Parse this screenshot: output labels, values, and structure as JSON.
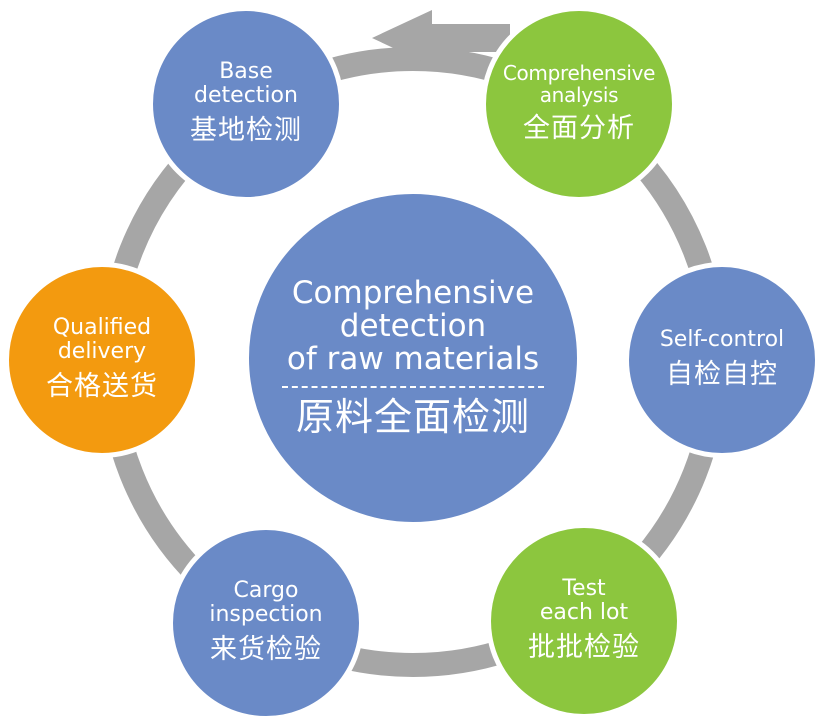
{
  "colors": {
    "blue": "#6a8ac7",
    "green": "#8cc63e",
    "orange": "#f39a0f",
    "ring": "#a6a6a6"
  },
  "center": {
    "title_en": "Comprehensive\ndetection\nof raw materials",
    "title_cn": "原料全面检测"
  },
  "nodes": {
    "base": {
      "en": "Base\ndetection",
      "cn": "基地检测",
      "color": "blue"
    },
    "comprehensive": {
      "en": "Comprehensive\nanalysis",
      "cn": "全面分析",
      "color": "green"
    },
    "self_control": {
      "en": "Self-control",
      "cn": "自检自控",
      "color": "blue"
    },
    "test_lot": {
      "en": "Test\neach lot",
      "cn": "批批检验",
      "color": "green"
    },
    "cargo": {
      "en": "Cargo\ninspection",
      "cn": "来货检验",
      "color": "blue"
    },
    "qualified": {
      "en": "Qualified\ndelivery",
      "cn": "合格送货",
      "color": "orange"
    }
  },
  "cycle_icon": "counterclockwise-arrow"
}
